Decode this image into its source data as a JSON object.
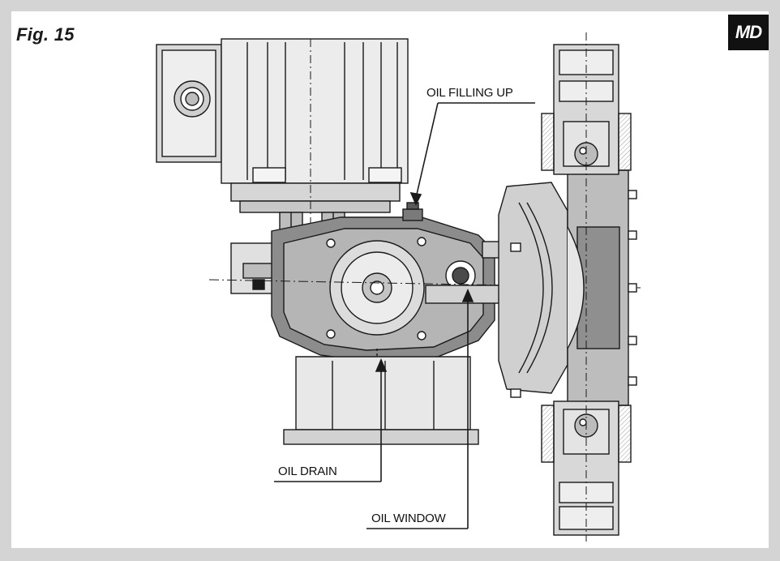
{
  "figure": {
    "label": "Fig. 15"
  },
  "brand": {
    "badge": "MD"
  },
  "callouts": {
    "oil_filling_up": "OIL FILLING UP",
    "oil_drain": "OIL DRAIN",
    "oil_window": "OIL WINDOW"
  },
  "colors": {
    "background": "#d4d4d4",
    "panel": "#ffffff",
    "line": "#1a1a1a",
    "shade_light": "#e6e6e6",
    "shade_mid": "#bdbdbd",
    "shade_dark": "#8c8c8c"
  }
}
